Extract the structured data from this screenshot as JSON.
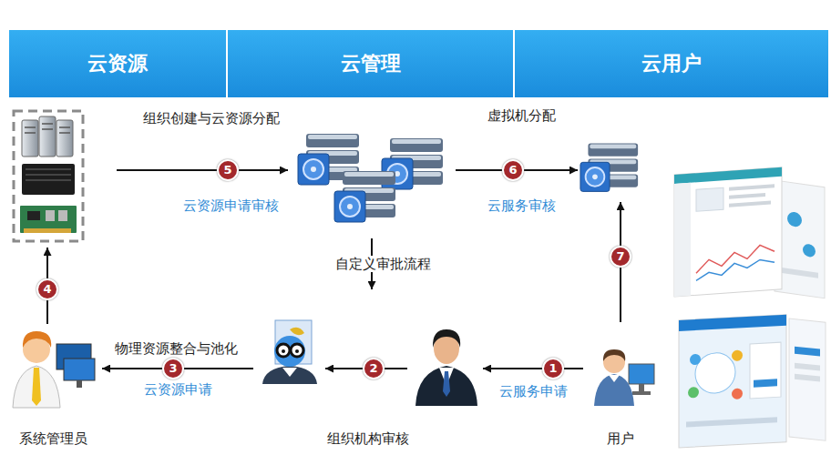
{
  "diagram": {
    "nodes": [
      {
        "text": [
          "云资源"
        ]
      },
      {
        "text": [
          "云管理"
        ]
      },
      {
        "text": [
          "云用户"
        ]
      },
      {
        "text": [
          "系统管理员"
        ]
      },
      {
        "text": [
          "组织机构审核"
        ]
      },
      {
        "text": [
          "用户"
        ]
      }
    ],
    "edges": [
      {
        "from": 5,
        "to": 4,
        "arrow": "to",
        "label": "云服务申请"
      },
      {
        "from": 4,
        "to": 3,
        "arrow": "to",
        "label": "云资源申请"
      }
    ],
    "labels": [
      "组织创建与云资源分配",
      "云资源申请审核",
      "5",
      "虚拟机分配",
      "云服务审核",
      "6",
      "自定义审批流程",
      "7",
      "4",
      "物理资源整合与池化",
      "3",
      "2",
      "1"
    ]
  }
}
